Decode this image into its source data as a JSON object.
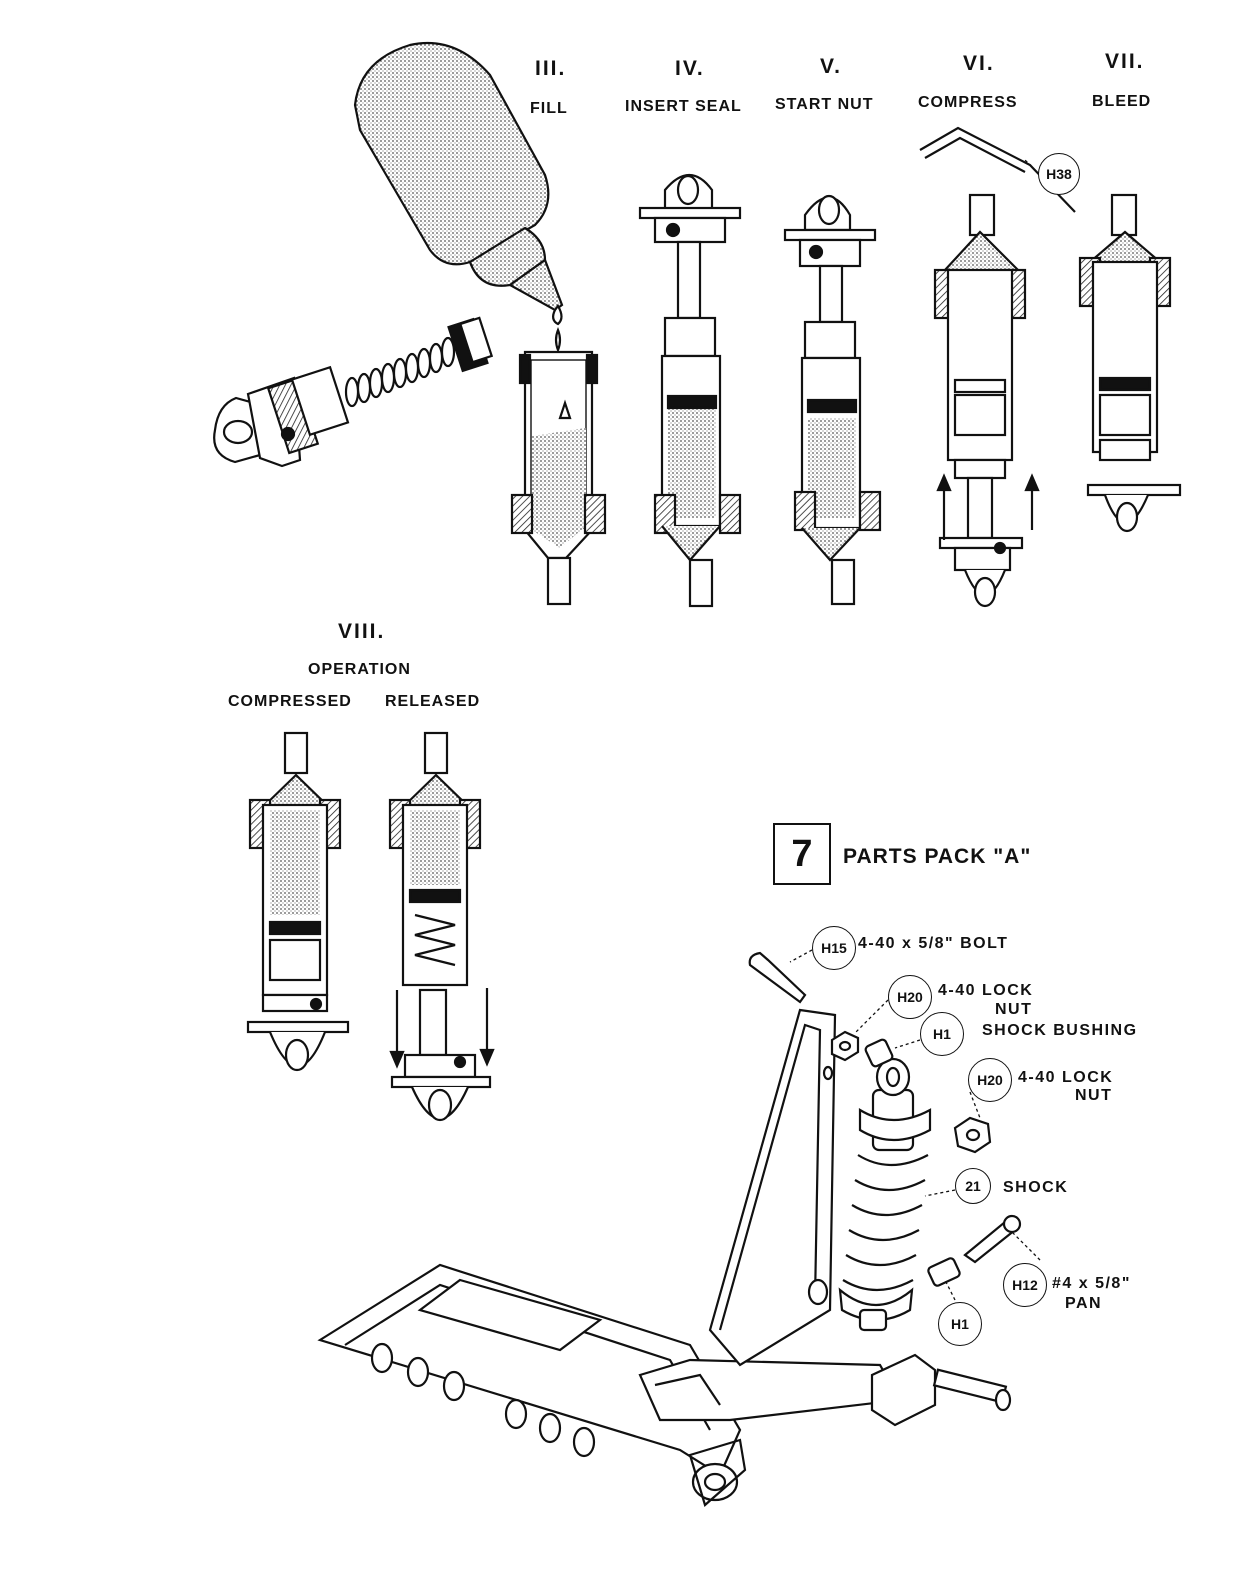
{
  "steps": [
    {
      "numeral": "III.",
      "caption": "FILL"
    },
    {
      "numeral": "IV.",
      "caption": "INSERT SEAL"
    },
    {
      "numeral": "V.",
      "caption": "START NUT"
    },
    {
      "numeral": "VI.",
      "caption": "COMPRESS"
    },
    {
      "numeral": "VII.",
      "caption": "BLEED"
    }
  ],
  "tool_callout": "H38",
  "operation": {
    "numeral": "VIII.",
    "title": "OPERATION",
    "compressed": "COMPRESSED",
    "released": "RELEASED"
  },
  "parts_pack": {
    "step_number": "7",
    "title": "PARTS PACK \"A\"",
    "parts": [
      {
        "code": "H15",
        "desc": "4-40 x 5/8\" BOLT"
      },
      {
        "code": "H20",
        "desc_line1": "4-40 LOCK",
        "desc_line2": "NUT"
      },
      {
        "code": "H1",
        "desc": "SHOCK BUSHING"
      },
      {
        "code": "H20",
        "desc_line1": "4-40 LOCK",
        "desc_line2": "NUT"
      },
      {
        "code": "21",
        "desc": "SHOCK"
      },
      {
        "code": "H12",
        "desc_line1": "#4 x 5/8\"",
        "desc_line2": "PAN"
      },
      {
        "code": "H1",
        "desc": ""
      }
    ]
  },
  "colors": {
    "ink": "#111111",
    "paper": "#ffffff",
    "stipple": "#9a9a9a"
  }
}
